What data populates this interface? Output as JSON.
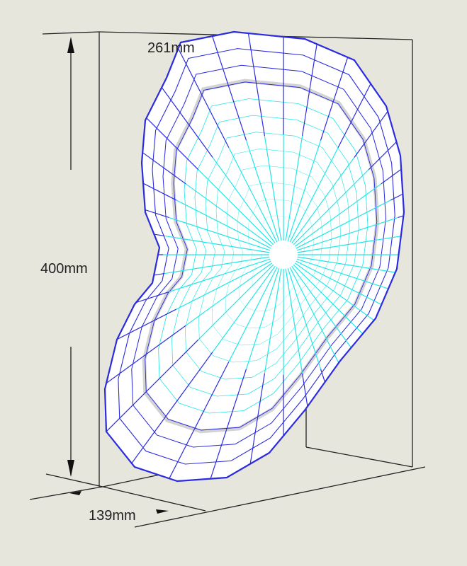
{
  "dimensions": {
    "width_label": "261mm",
    "height_label": "400mm",
    "depth_label": "139mm"
  },
  "colors": {
    "background": "#e7e6dc",
    "outer_mesh": "#2b2be0",
    "inner_mesh": "#22e6e6",
    "fill": "#ffffff",
    "shadow": "#c8c8c8",
    "box": "#222222"
  },
  "model": {
    "name": "ear-3d-mesh"
  }
}
